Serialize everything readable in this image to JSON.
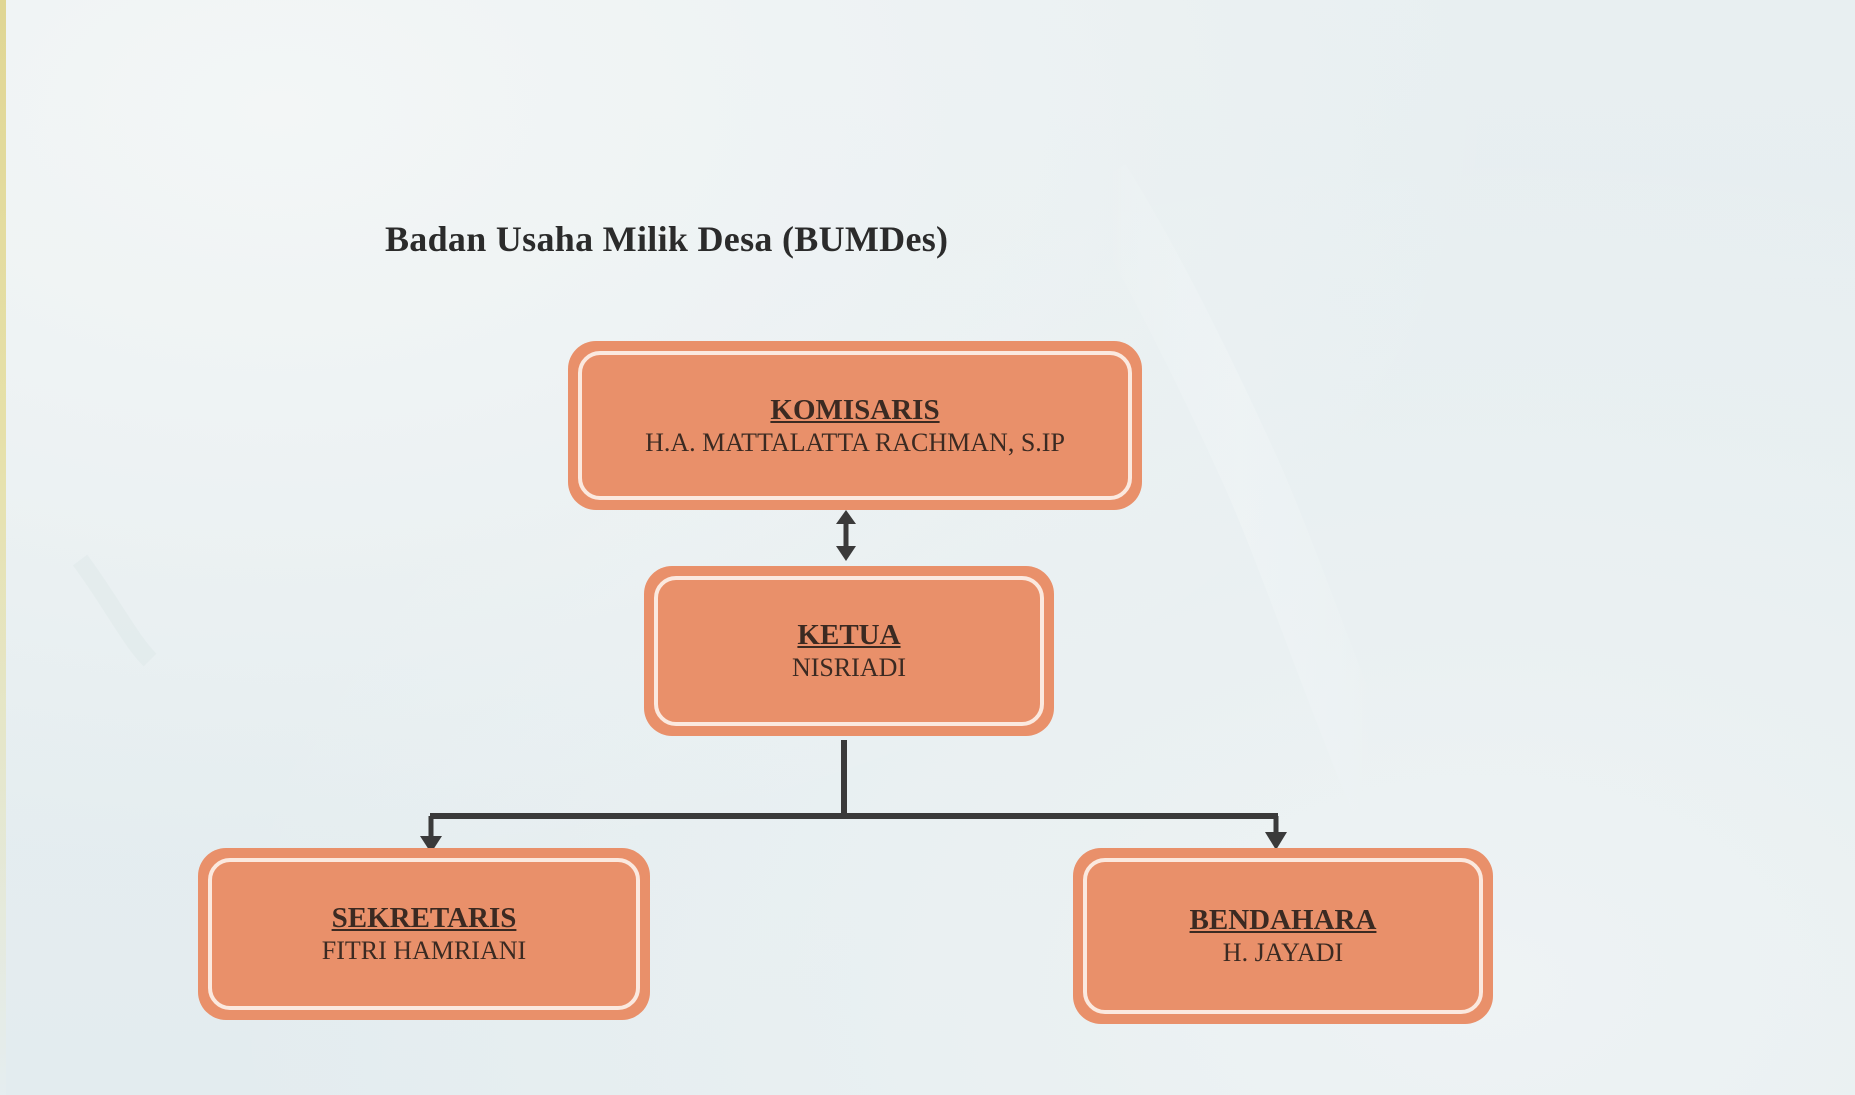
{
  "title": "Badan Usaha Milik Desa (BUMDes)",
  "colors": {
    "box_fill": "#e9906a",
    "box_inner_border": "#fbe9df",
    "text": "#3b2a22",
    "connector": "#3a3a3a"
  },
  "nodes": {
    "komisaris": {
      "role": "KOMISARIS",
      "name": "H.A. MATTALATTA RACHMAN, S.IP"
    },
    "ketua": {
      "role": "KETUA",
      "name": "NISRIADI"
    },
    "sekretaris": {
      "role": "SEKRETARIS",
      "name": "FITRI HAMRIANI"
    },
    "bendahara": {
      "role": "BENDAHARA",
      "name": "H. JAYADI"
    }
  },
  "edges": [
    {
      "from": "komisaris",
      "to": "ketua",
      "type": "bidirectional-arrow"
    },
    {
      "from": "ketua",
      "to": "sekretaris",
      "type": "arrow"
    },
    {
      "from": "ketua",
      "to": "bendahara",
      "type": "arrow"
    }
  ]
}
